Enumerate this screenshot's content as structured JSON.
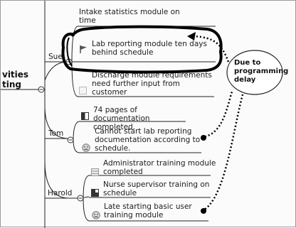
{
  "root": {
    "line1": "vities",
    "line2": "ting"
  },
  "people": [
    {
      "name": "Sue",
      "tasks": [
        {
          "text": "Intake statistics module on time",
          "status": "none"
        },
        {
          "text": "Lab reporting module ten days behind schedule",
          "status": "flag"
        },
        {
          "text": "Discharge module requirements need further input from customer",
          "status": "blank"
        }
      ]
    },
    {
      "name": "Tom",
      "tasks": [
        {
          "text": "74 pages of documentation completed.",
          "status": "half-progress"
        },
        {
          "text": "Cannot start lab reporting documentation according to schedule.",
          "status": "sad-face"
        }
      ]
    },
    {
      "name": "Harold",
      "tasks": [
        {
          "text": "Administrator training module completed",
          "status": "grid"
        },
        {
          "text": "Nurse supervisor training on schedule",
          "status": "three-quarter-progress"
        },
        {
          "text": "Late starting basic user training module",
          "status": "sad-face"
        }
      ]
    }
  ],
  "callout": {
    "text": "Due to programming delay"
  },
  "colors": {
    "branch": "#1a1a1a",
    "highlight": "#000000",
    "callout_fill": "#ffffff"
  }
}
